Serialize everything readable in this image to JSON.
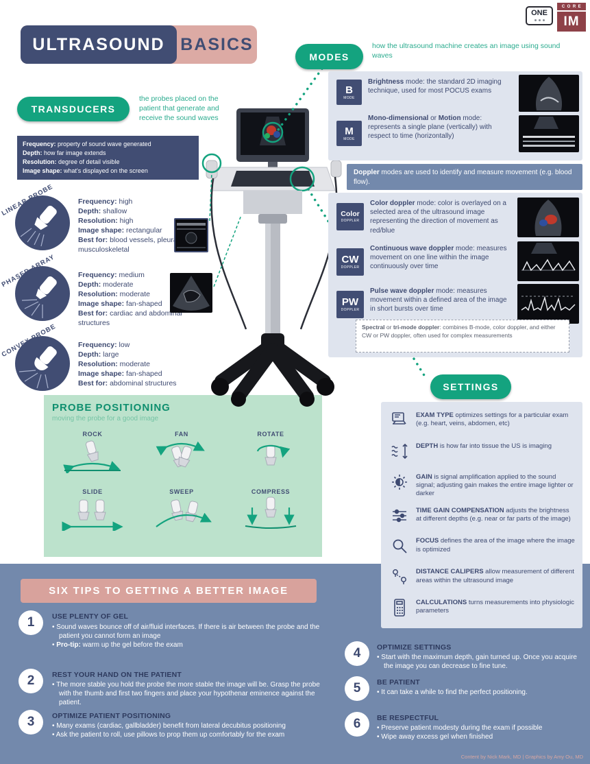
{
  "colors": {
    "teal": "#14a37f",
    "navy": "#414d73",
    "pink": "#dcaaa4",
    "light_box": "#dfe4ee",
    "medium_blue": "#7389ac",
    "light_green": "#bce2cc",
    "maroon": "#8e4148"
  },
  "header": {
    "title_word1": "ULTRASOUND",
    "title_word2": "BASICS",
    "one_logo": "ONE",
    "coreim_logo_top": "CORE",
    "coreim_logo_bottom": "IM"
  },
  "transducers": {
    "button_label": "TRANSDUCERS",
    "description": "the probes placed on the patient that generate and receive the sound waves",
    "definitions": [
      [
        {
          "b": 1,
          "t": "Frequency:"
        },
        {
          "t": " property of sound wave generated"
        }
      ],
      [
        {
          "b": 1,
          "t": "Depth:"
        },
        {
          "t": " how far image extends"
        }
      ],
      [
        {
          "b": 1,
          "t": "Resolution:"
        },
        {
          "t": " degree of detail visible"
        }
      ],
      [
        {
          "b": 1,
          "t": "Image shape:"
        },
        {
          "t": " what's displayed on the screen"
        }
      ]
    ],
    "probes": [
      {
        "name": "LINEAR PROBE",
        "specs": [
          [
            {
              "b": 1,
              "t": "Frequency:"
            },
            {
              "t": " high"
            }
          ],
          [
            {
              "b": 1,
              "t": "Depth:"
            },
            {
              "t": " shallow"
            }
          ],
          [
            {
              "b": 1,
              "t": "Resolution:"
            },
            {
              "t": " high"
            }
          ],
          [
            {
              "b": 1,
              "t": "Image shape:"
            },
            {
              "t": " rectangular"
            }
          ],
          [
            {
              "b": 1,
              "t": "Best for:"
            },
            {
              "t": " blood vessels, pleura, musculoskeletal"
            }
          ]
        ]
      },
      {
        "name": "PHASED ARRAY",
        "specs": [
          [
            {
              "b": 1,
              "t": "Frequency:"
            },
            {
              "t": " medium"
            }
          ],
          [
            {
              "b": 1,
              "t": "Depth:"
            },
            {
              "t": " moderate"
            }
          ],
          [
            {
              "b": 1,
              "t": "Resolution:"
            },
            {
              "t": " moderate"
            }
          ],
          [
            {
              "b": 1,
              "t": "Image shape:"
            },
            {
              "t": " fan-shaped"
            }
          ],
          [
            {
              "b": 1,
              "t": "Best for:"
            },
            {
              "t": " cardiac and abdominal structures"
            }
          ]
        ]
      },
      {
        "name": "CONVEX PROBE",
        "specs": [
          [
            {
              "b": 1,
              "t": "Frequency:"
            },
            {
              "t": " low"
            }
          ],
          [
            {
              "b": 1,
              "t": "Depth:"
            },
            {
              "t": " large"
            }
          ],
          [
            {
              "b": 1,
              "t": "Resolution:"
            },
            {
              "t": " moderate"
            }
          ],
          [
            {
              "b": 1,
              "t": "Image shape:"
            },
            {
              "t": " fan-shaped"
            }
          ],
          [
            {
              "b": 1,
              "t": "Best for:"
            },
            {
              "t": " abdominal structures"
            }
          ]
        ]
      }
    ]
  },
  "modes": {
    "button_label": "MODES",
    "description": "how the ultrasound machine creates an image using sound waves",
    "items": [
      {
        "badge_top": "B",
        "badge_bottom": "MODE",
        "desc": [
          {
            "b": 1,
            "t": "Brightness"
          },
          {
            "t": " mode: the standard 2D imaging technique, used for most POCUS exams"
          }
        ]
      },
      {
        "badge_top": "M",
        "badge_bottom": "MODE",
        "desc": [
          {
            "b": 1,
            "t": "Mono-dimensional"
          },
          {
            "t": " or "
          },
          {
            "b": 1,
            "t": "Motion"
          },
          {
            "t": " mode: represents a single plane (vertically) with respect to time (horizontally)"
          }
        ]
      }
    ],
    "doppler_note": [
      {
        "b": 1,
        "t": "Doppler"
      },
      {
        "t": " modes are used to identify and measure movement (e.g. blood flow)."
      }
    ],
    "doppler_items": [
      {
        "badge_top": "Color",
        "badge_bottom": "DOPPLER",
        "desc": [
          {
            "b": 1,
            "t": "Color doppler"
          },
          {
            "t": " mode: color is overlayed on a selected area of the ultrasound image representing the direction of movement as red/blue"
          }
        ]
      },
      {
        "badge_top": "CW",
        "badge_bottom": "DOPPLER",
        "desc": [
          {
            "b": 1,
            "t": "Continuous wave doppler"
          },
          {
            "t": " mode: measures movement on one line within the image continuously over time"
          }
        ]
      },
      {
        "badge_top": "PW",
        "badge_bottom": "DOPPLER",
        "desc": [
          {
            "b": 1,
            "t": "Pulse wave doppler"
          },
          {
            "t": " mode: measures movement within a defined area of the image in short bursts over time"
          }
        ]
      }
    ],
    "spectral_note": [
      {
        "b": 1,
        "t": "Spectral"
      },
      {
        "t": " or "
      },
      {
        "b": 1,
        "t": "tri-mode doppler"
      },
      {
        "t": ": combines B-mode, color doppler, and either CW or PW doppler, often used for complex measurements"
      }
    ]
  },
  "settings": {
    "button_label": "SETTINGS",
    "items": [
      {
        "icon": "exam-type",
        "desc": [
          {
            "b": 1,
            "t": "EXAM TYPE"
          },
          {
            "t": " optimizes settings for a particular exam (e.g. heart, veins, abdomen, etc)"
          }
        ]
      },
      {
        "icon": "depth",
        "desc": [
          {
            "b": 1,
            "t": "DEPTH"
          },
          {
            "t": " is how far into tissue the US is imaging"
          }
        ]
      },
      {
        "icon": "gain",
        "desc": [
          {
            "b": 1,
            "t": "GAIN"
          },
          {
            "t": " is signal amplification applied to the sound signal; adjusting gain makes the entire image lighter or darker"
          }
        ]
      },
      {
        "icon": "time-gain-compensation",
        "desc": [
          {
            "b": 1,
            "t": "TIME GAIN COMPENSATION"
          },
          {
            "t": " adjusts the brightness at different depths (e.g. near or far parts of the image)"
          }
        ]
      },
      {
        "icon": "focus",
        "desc": [
          {
            "b": 1,
            "t": "FOCUS"
          },
          {
            "t": " defines the area of the image where the image is optimized"
          }
        ]
      },
      {
        "icon": "distance-calipers",
        "desc": [
          {
            "b": 1,
            "t": "DISTANCE CALIPERS"
          },
          {
            "t": " allow measurement of different areas within the ultrasound image"
          }
        ]
      },
      {
        "icon": "calculations",
        "desc": [
          {
            "b": 1,
            "t": "CALCULATIONS"
          },
          {
            "t": " turns measurements into physiologic parameters"
          }
        ]
      }
    ]
  },
  "probe_positioning": {
    "title": "PROBE POSITIONING",
    "subtitle": "moving the probe for a good image",
    "moves": [
      "ROCK",
      "FAN",
      "ROTATE",
      "SLIDE",
      "SWEEP",
      "COMPRESS"
    ]
  },
  "six_tips": {
    "banner": "SIX TIPS TO GETTING A BETTER IMAGE",
    "tips": [
      {
        "number": "1",
        "title": "USE PLENTY OF GEL",
        "bullets": [
          [
            {
              "t": "Sound waves bounce off of air/fluid interfaces. If there is air between the probe and the patient you cannot form an image"
            }
          ],
          [
            {
              "b": 1,
              "t": "Pro-tip:"
            },
            {
              "t": " warm up the gel before the exam"
            }
          ]
        ]
      },
      {
        "number": "2",
        "title": "REST YOUR HAND ON THE PATIENT",
        "bullets": [
          [
            {
              "t": "The more stable you hold the probe the more stable the image will be. Grasp the probe with the thumb and first two fingers and place your hypothenar eminence against the patient."
            }
          ]
        ]
      },
      {
        "number": "3",
        "title": "OPTIMIZE PATIENT POSITIONING",
        "bullets": [
          [
            {
              "t": "Many exams (cardiac, gallbladder) benefit from lateral decubitus positioning"
            }
          ],
          [
            {
              "t": "Ask the patient to roll, use pillows to prop them up comfortably for the exam"
            }
          ]
        ]
      },
      {
        "number": "4",
        "title": "OPTIMIZE SETTINGS",
        "bullets": [
          [
            {
              "t": "Start with the maximum depth, gain turned up. Once you acquire the image you can decrease to fine tune."
            }
          ]
        ]
      },
      {
        "number": "5",
        "title": "BE PATIENT",
        "bullets": [
          [
            {
              "t": "It can take a while to find the perfect positioning."
            }
          ]
        ]
      },
      {
        "number": "6",
        "title": "BE RESPECTFUL",
        "bullets": [
          [
            {
              "t": "Preserve patient modesty during the exam if possible"
            }
          ],
          [
            {
              "t": "Wipe away excess gel when finished"
            }
          ]
        ]
      }
    ]
  },
  "credit": "Content by Nick Mark, MD | Graphics by Amy Ou, MD"
}
